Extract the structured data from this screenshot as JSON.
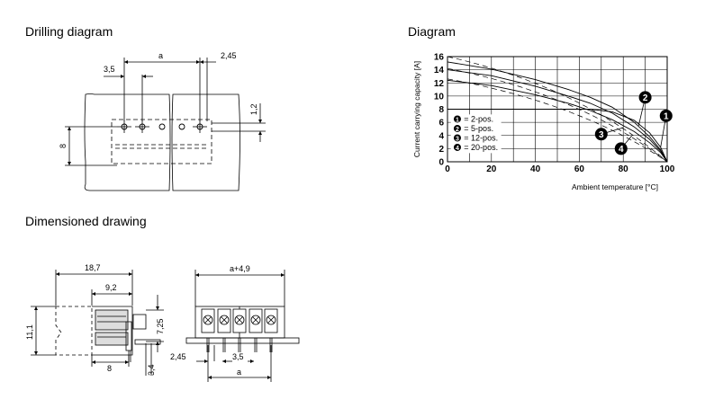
{
  "headings": {
    "drilling": "Drilling diagram",
    "diagram": "Diagram",
    "dimensioned": "Dimensioned drawing"
  },
  "drilling_dims": {
    "a": "a",
    "p35": "3,5",
    "p245": "2,45",
    "p12": "1,2",
    "p8": "8"
  },
  "drawing_dims": {
    "w187": "18,7",
    "w92": "9,2",
    "h111": "11,1",
    "h725": "7,25",
    "w8": "8",
    "h34": "3,4",
    "wa49": "a+4,9",
    "p245": "2,45",
    "p35": "3,5",
    "a": "a"
  },
  "chart_data": {
    "type": "line",
    "title": "",
    "xlabel": "Ambient temperature [°C]",
    "ylabel": "Current carrying capacity [A]",
    "xlim": [
      0,
      100
    ],
    "ylim": [
      0,
      16
    ],
    "x_ticks": [
      "0",
      "20",
      "40",
      "60",
      "80",
      "100"
    ],
    "y_ticks": [
      "0",
      "2",
      "4",
      "6",
      "8",
      "10",
      "12",
      "14",
      "16"
    ],
    "grid": true,
    "legend_position": "inside-left",
    "legend": [
      {
        "marker": "1",
        "label": "= 2-pos."
      },
      {
        "marker": "2",
        "label": "= 5-pos."
      },
      {
        "marker": "3",
        "label": "= 12-pos."
      },
      {
        "marker": "4",
        "label": "= 20-pos."
      }
    ],
    "series": [
      {
        "name": "2-pos.",
        "marker": "1",
        "x": [
          0,
          30,
          50,
          65,
          75,
          85,
          92,
          97,
          100
        ],
        "y": [
          8,
          8,
          8,
          8,
          7.6,
          6.3,
          4.4,
          2.2,
          0
        ]
      },
      {
        "name": "5-pos.",
        "marker": "2",
        "x": [
          0,
          20,
          40,
          55,
          65,
          75,
          85,
          92,
          97,
          100
        ],
        "y": [
          15.2,
          14.1,
          12.5,
          11,
          9.8,
          8.3,
          6,
          3.8,
          1.8,
          0
        ]
      },
      {
        "name": "12-pos.",
        "marker": "3",
        "x": [
          0,
          20,
          40,
          55,
          65,
          75,
          85,
          92,
          97,
          100
        ],
        "y": [
          14,
          13.1,
          11.5,
          10,
          8.9,
          7.4,
          5.3,
          3.4,
          1.6,
          0
        ]
      },
      {
        "name": "20-pos.",
        "marker": "4",
        "x": [
          0,
          20,
          40,
          55,
          65,
          75,
          85,
          92,
          97,
          100
        ],
        "y": [
          12.4,
          11.6,
          10.2,
          8.9,
          7.8,
          6.4,
          4.6,
          2.9,
          1.4,
          0
        ]
      }
    ],
    "derating_threshold": 8,
    "colors": {
      "curves": "#000000",
      "grid": "#000000",
      "markers": "#000000"
    }
  }
}
